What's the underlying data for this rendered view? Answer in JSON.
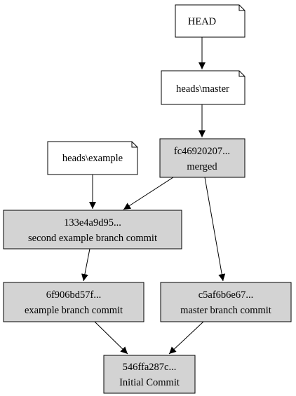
{
  "graph": {
    "colors": {
      "commit_fill": "#d3d3d3",
      "ref_fill": "#ffffff",
      "stroke": "#000000",
      "background": "#ffffff"
    },
    "refs": {
      "head": {
        "label": "HEAD"
      },
      "master": {
        "label": "heads\\master"
      },
      "example": {
        "label": "heads\\example"
      }
    },
    "commits": {
      "merged": {
        "hash": "fc46920207...",
        "message": "merged"
      },
      "second_example": {
        "hash": "133e4a9d95...",
        "message": "second example branch commit"
      },
      "example": {
        "hash": "6f906bd57f...",
        "message": "example branch commit"
      },
      "master": {
        "hash": "c5af6b6e67...",
        "message": "master branch commit"
      },
      "initial": {
        "hash": "546ffa287c...",
        "message": "Initial Commit"
      }
    }
  }
}
